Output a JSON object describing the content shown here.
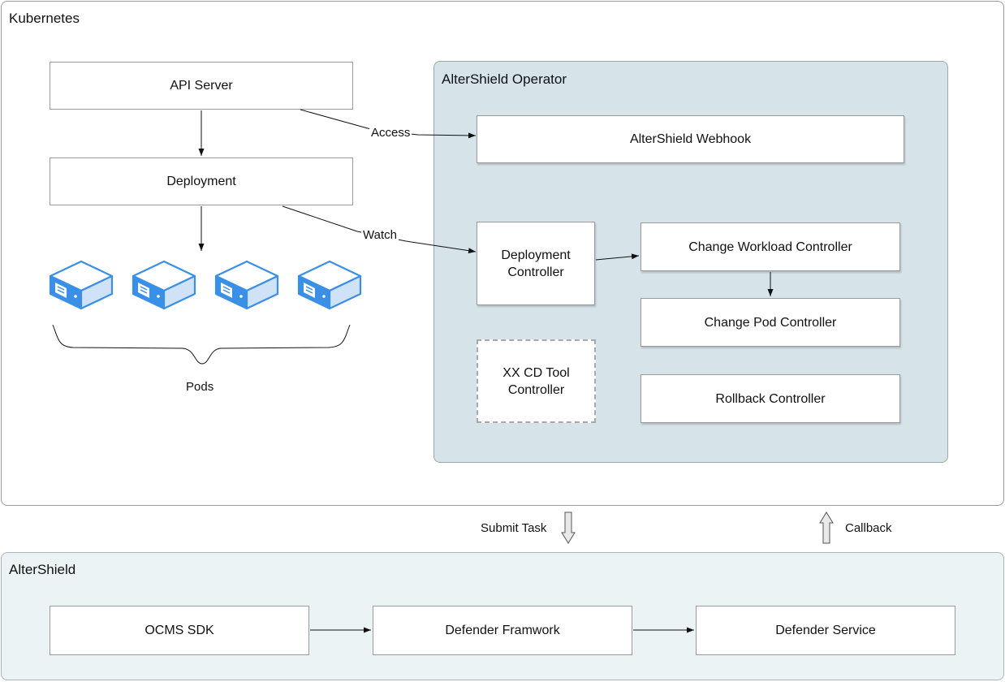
{
  "groups": {
    "kubernetes": "Kubernetes",
    "operator": "AlterShield Operator",
    "altershield": "AlterShield"
  },
  "nodes": {
    "api_server": "API Server",
    "deployment": "Deployment",
    "webhook": "AlterShield Webhook",
    "deployment_controller": "Deployment\nController",
    "change_workload_controller": "Change Workload Controller",
    "change_pod_controller": "Change Pod Controller",
    "xx_cd_tool_controller": "XX CD Tool\nController",
    "rollback_controller": "Rollback Controller",
    "ocms_sdk": "OCMS SDK",
    "defender_framework": "Defender Framwork",
    "defender_service": "Defender Service"
  },
  "edge_labels": {
    "access": "Access",
    "watch": "Watch",
    "submit_task": "Submit Task",
    "callback": "Callback",
    "pods": "Pods"
  },
  "icons": [
    "server-icon",
    "server-icon",
    "server-icon",
    "server-icon"
  ],
  "colors": {
    "operator_bg": "#d6e4ea",
    "altershield_bg": "#ebf3f5",
    "server_blue": "#3a8fe6",
    "server_light": "#cfe2f8"
  }
}
